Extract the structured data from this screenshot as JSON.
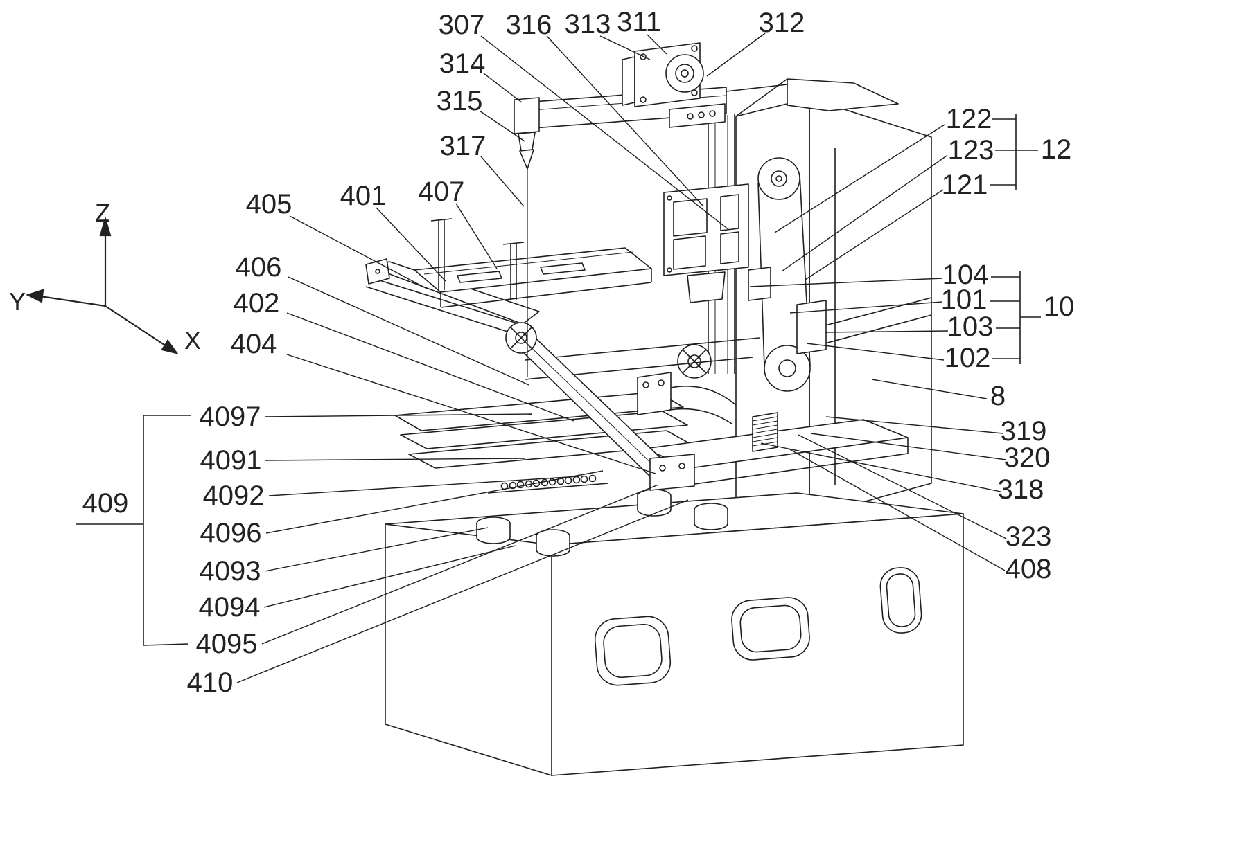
{
  "axes": {
    "z": "Z",
    "y": "Y",
    "x": "X"
  },
  "labels": {
    "307": "307",
    "316": "316",
    "313": "313",
    "311": "311",
    "312": "312",
    "314": "314",
    "315": "315",
    "317": "317",
    "405": "405",
    "401": "401",
    "407": "407",
    "406": "406",
    "402": "402",
    "404": "404",
    "122": "122",
    "123": "123",
    "121": "121",
    "12": "12",
    "104": "104",
    "101": "101",
    "103": "103",
    "102": "102",
    "10": "10",
    "8": "8",
    "319": "319",
    "320": "320",
    "318": "318",
    "323": "323",
    "408": "408",
    "4097": "4097",
    "4091": "4091",
    "4092": "4092",
    "4096": "4096",
    "4093": "4093",
    "4094": "4094",
    "4095": "4095",
    "409": "409",
    "410": "410"
  },
  "groups": {
    "12": [
      "122",
      "123",
      "121"
    ],
    "10": [
      "104",
      "101",
      "103",
      "102"
    ],
    "409": [
      "4097",
      "4091",
      "4092",
      "4096",
      "4093",
      "4094",
      "4095"
    ]
  },
  "colors": {
    "line": "#1f1f1f",
    "background": "#ffffff"
  }
}
